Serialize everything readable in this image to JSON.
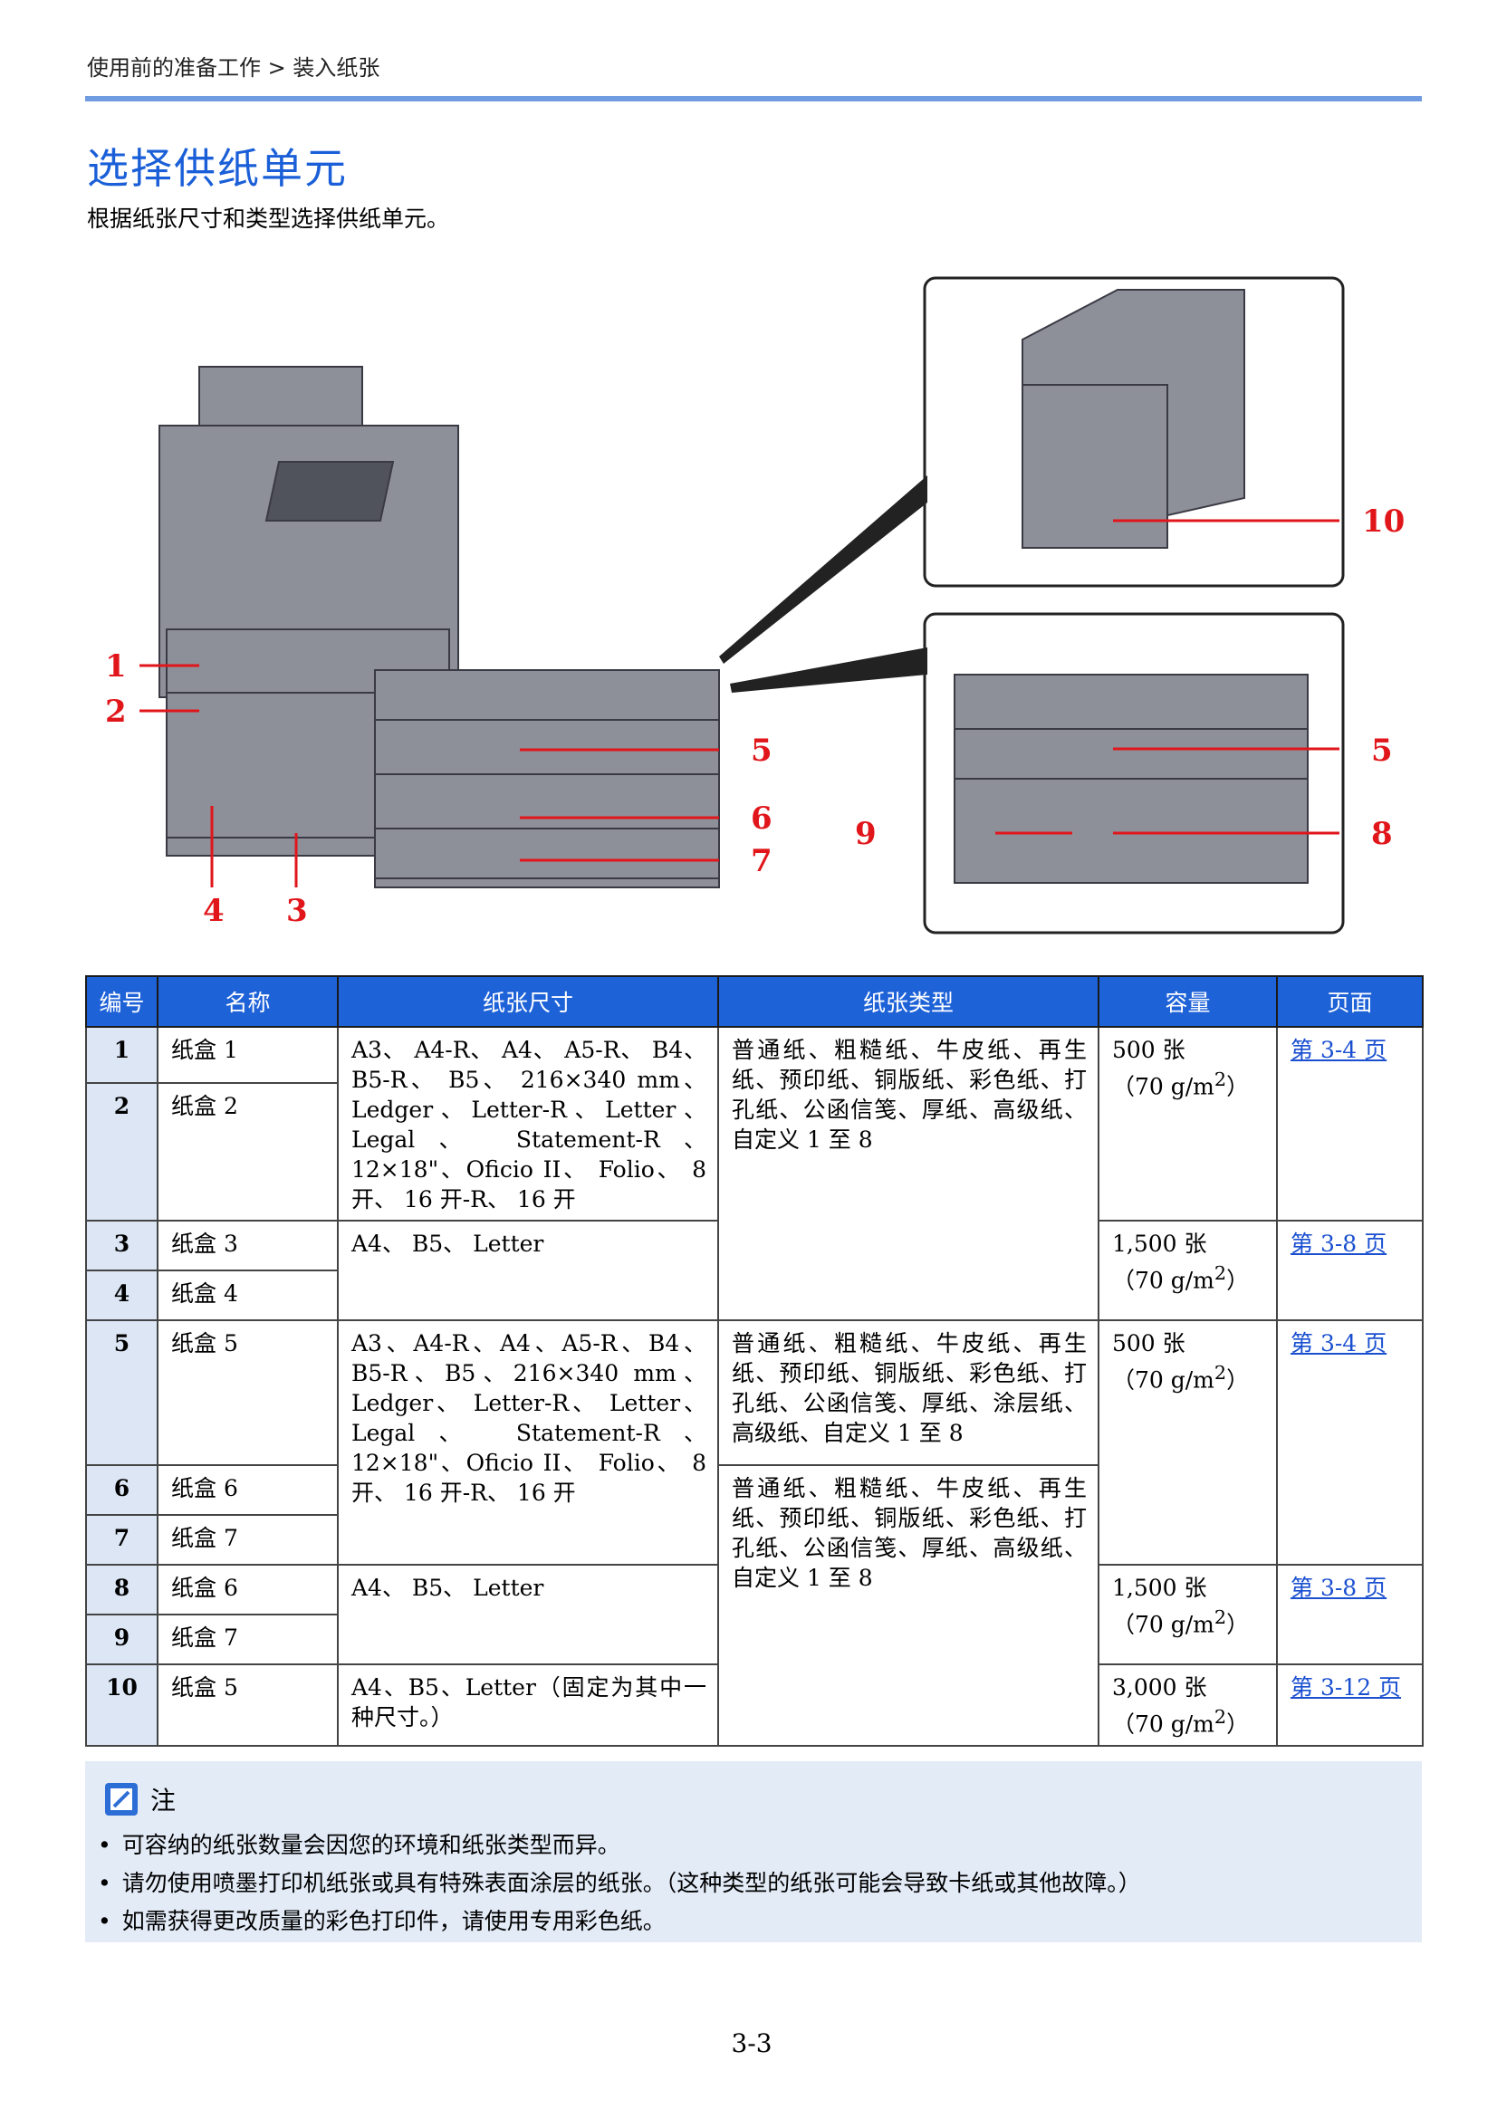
{
  "header": {
    "breadcrumb": "使用前的准备工作 > 装入纸张"
  },
  "title": "选择供纸单元",
  "subtitle": "根据纸张尺寸和类型选择供纸单元。",
  "figure": {
    "callouts": [
      "1",
      "2",
      "3",
      "4",
      "5",
      "6",
      "7",
      "5",
      "8",
      "9",
      "10"
    ]
  },
  "table": {
    "headers": [
      "编号",
      "名称",
      "纸张尺寸",
      "纸张类型",
      "容量",
      "页面"
    ],
    "rows": [
      {
        "num": "1",
        "name": "纸盒 1"
      },
      {
        "num": "2",
        "name": "纸盒 2"
      },
      {
        "num": "3",
        "name": "纸盒 3"
      },
      {
        "num": "4",
        "name": "纸盒 4"
      },
      {
        "num": "5",
        "name": "纸盒 5"
      },
      {
        "num": "6",
        "name": "纸盒 6"
      },
      {
        "num": "7",
        "name": "纸盒 7"
      },
      {
        "num": "8",
        "name": "纸盒 6"
      },
      {
        "num": "9",
        "name": "纸盒 7"
      },
      {
        "num": "10",
        "name": "纸盒 5"
      }
    ],
    "sizes": {
      "s1": "A3、 A4-R、 A4、 A5-R、 B4、 B5-R、 B5、 216×340 mm、 Ledger、Letter-R、Letter、Legal、 Statement-R、12×18\"、Oficio II、 Folio、 8 开、 16 开-R、 16 开",
      "s3": "A4、 B5、 Letter",
      "s5": "A3、A4-R、A4、A5-R、B4、B5-R、B5、216×340 mm、Ledger、 Letter-R、 Letter、 Legal、 Statement-R、12×18\"、Oficio II、 Folio、 8 开、 16 开-R、 16 开",
      "s8": "A4、 B5、 Letter",
      "s10": "A4、B5、Letter（固定为其中一种尺寸。）"
    },
    "types": {
      "t1": "普通纸、粗糙纸、牛皮纸、再生纸、预印纸、铜版纸、彩色纸、打孔纸、公函信笺、厚纸、高级纸、自定义 1 至 8",
      "t5": "普通纸、粗糙纸、牛皮纸、再生纸、预印纸、铜版纸、彩色纸、打孔纸、公函信笺、厚纸、涂层纸、高级纸、自定义 1 至 8",
      "t6": "普通纸、粗糙纸、牛皮纸、再生纸、预印纸、铜版纸、彩色纸、打孔纸、公函信笺、厚纸、高级纸、自定义 1 至 8"
    },
    "capacity": {
      "c1": "500 张",
      "c3": "1,500 张",
      "c5": "500 张",
      "c8": "1,500 张",
      "c10": "3,000 张",
      "weight": "（70 g/m",
      "sup": "2",
      "close": "）"
    },
    "pages": {
      "p1": "第 3-4 页",
      "p3": "第 3-8 页",
      "p5": "第 3-4 页",
      "p8": "第 3-8 页",
      "p10": "第 3-12 页"
    }
  },
  "note": {
    "heading": "注",
    "items": [
      "可容纳的纸张数量会因您的环境和纸张类型而异。",
      "请勿使用喷墨打印机纸张或具有特殊表面涂层的纸张。（这种类型的纸张可能会导致卡纸或其他故障。）",
      "如需获得更改质量的彩色打印件，请使用专用彩色纸。"
    ]
  },
  "page_number": "3-3",
  "colors": {
    "accent": "#1e62d8",
    "callout": "#e0161b",
    "machine": "#8e9099",
    "num_bg": "#dce6f5",
    "note_bg": "#e3ebf7"
  }
}
